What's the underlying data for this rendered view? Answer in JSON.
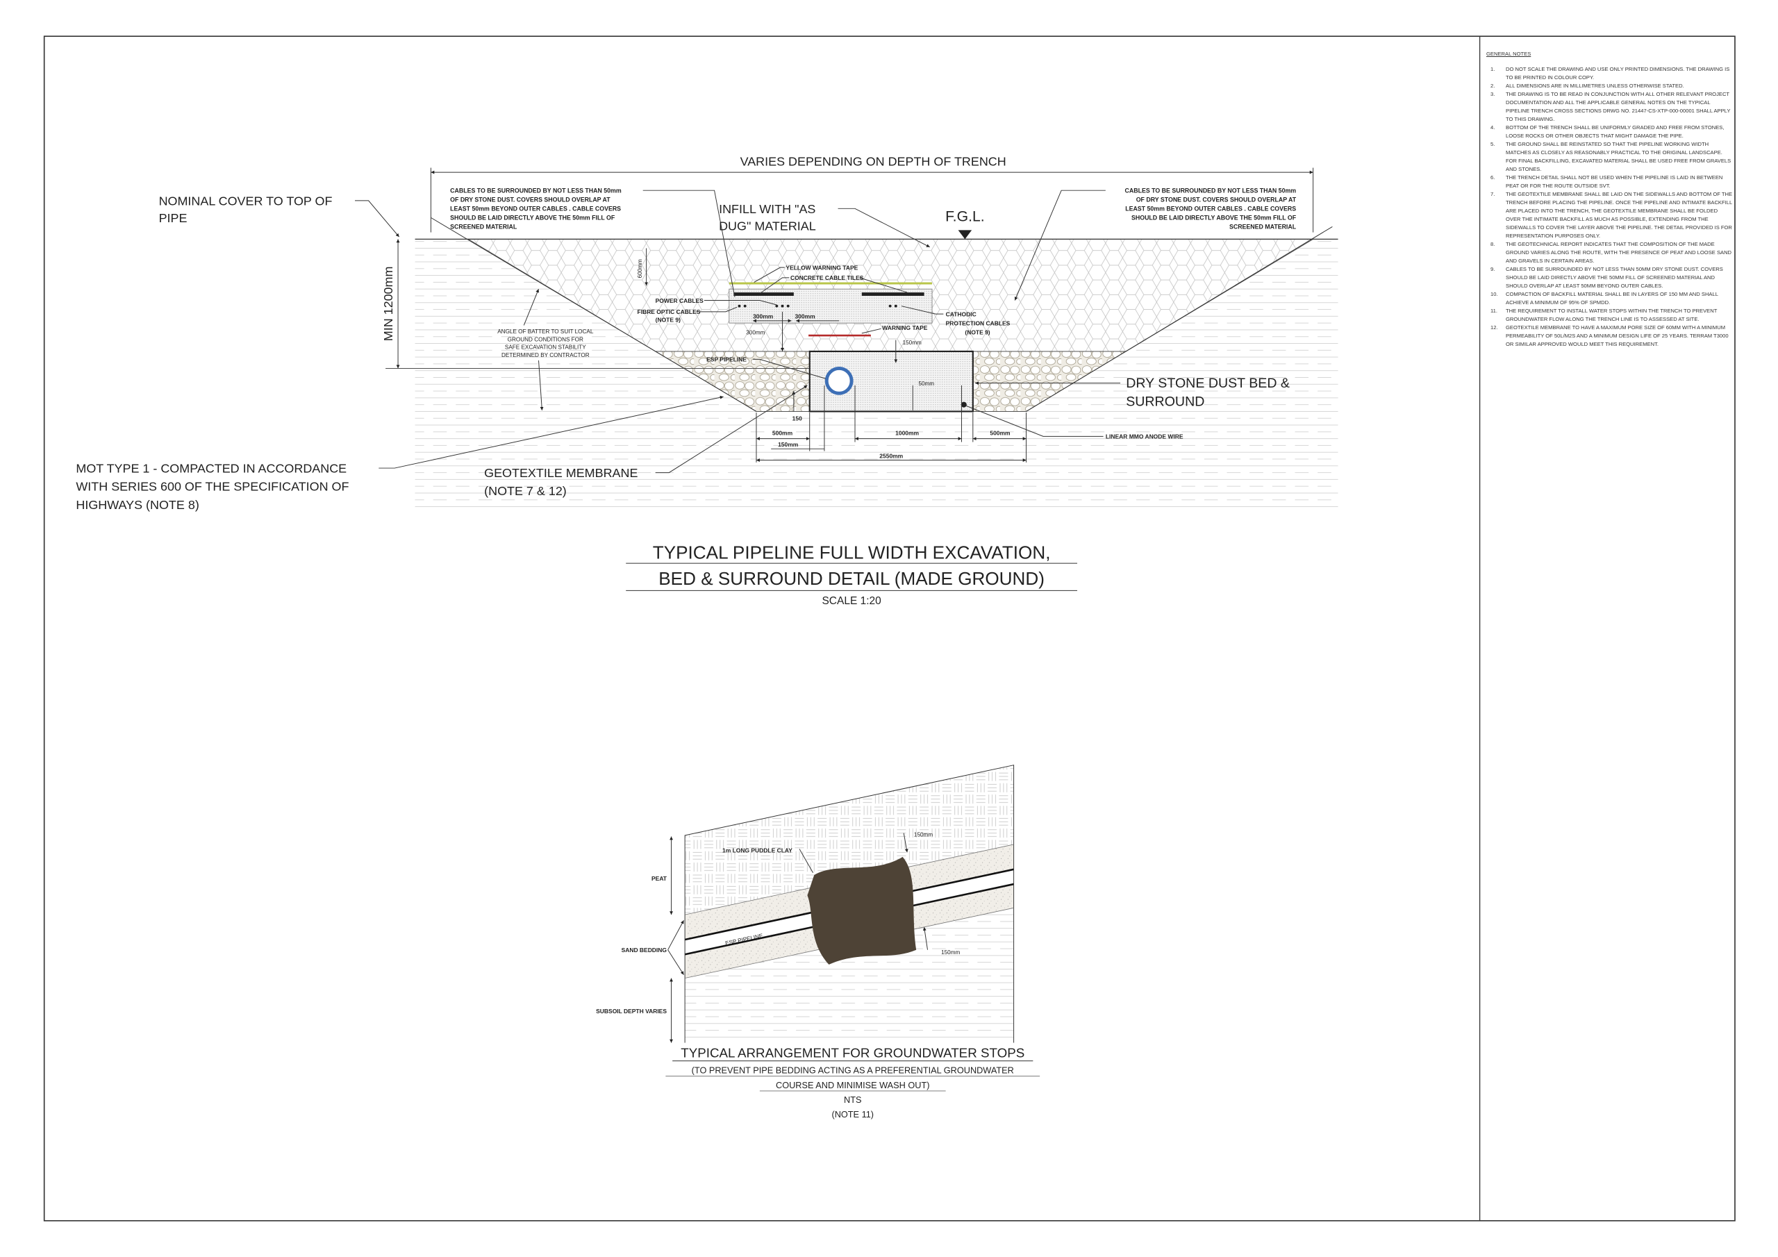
{
  "colors": {
    "pipe": "#3d6fb6",
    "yellow_tape": "#b9c64a",
    "warning_tape": "#b52a2a",
    "puddle_clay": "#4e4336"
  },
  "general_notes": {
    "title": "GENERAL NOTES",
    "items": [
      {
        "num": "1.",
        "text": "DO NOT SCALE THE DRAWING AND USE ONLY PRINTED DIMENSIONS. THE DRAWING IS TO BE PRINTED IN COLOUR COPY."
      },
      {
        "num": "2.",
        "text": "ALL DIMENSIONS ARE IN MILLIMETRES UNLESS OTHERWISE STATED."
      },
      {
        "num": "3.",
        "text": "THE DRAWING IS TO BE READ IN CONJUNCTION WITH ALL OTHER RELEVANT PROJECT DOCUMENTATION AND ALL THE APPLICABLE GENERAL NOTES ON THE TYPICAL PIPELINE TRENCH CROSS SECTIONS DRWG NO. 21447-CS-XTP-000-00001 SHALL APPLY TO THIS DRAWING."
      },
      {
        "num": "4.",
        "text": "BOTTOM OF THE TRENCH SHALL BE UNIFORMLY GRADED AND FREE FROM STONES, LOOSE ROCKS OR OTHER OBJECTS THAT MIGHT DAMAGE THE PIPE."
      },
      {
        "num": "5.",
        "text": "THE GROUND SHALL BE REINSTATED SO THAT THE PIPELINE WORKING WIDTH MATCHES AS CLOSELY AS REASONABLY PRACTICAL TO THE ORIGINAL LANDSCAPE. FOR FINAL BACKFILLING, EXCAVATED MATERIAL SHALL BE USED FREE FROM GRAVELS AND STONES."
      },
      {
        "num": "6.",
        "text": "THE TRENCH DETAIL SHALL NOT BE USED WHEN THE PIPELINE IS LAID IN BETWEEN PEAT OR FOR THE ROUTE OUTSIDE SVT."
      },
      {
        "num": "7.",
        "text": "THE GEOTEXTILE MEMBRANE SHALL BE LAID ON THE SIDEWALLS AND BOTTOM OF THE TRENCH BEFORE PLACING THE PIPELINE. ONCE THE PIPELINE AND INTIMATE BACKFILL ARE PLACED INTO THE TRENCH, THE GEOTEXTILE MEMBRANE SHALL BE FOLDED OVER THE INTIMATE BACKFILL AS MUCH AS POSSIBLE, EXTENDING FROM THE SIDEWALLS TO COVER THE LAYER ABOVE THE PIPELINE. THE DETAIL PROVIDED IS FOR REPRESENTATION PURPOSES ONLY."
      },
      {
        "num": "8.",
        "text": "THE GEOTECHNICAL REPORT INDICATES THAT THE COMPOSITION OF THE MADE GROUND VARIES ALONG THE ROUTE, WITH THE PRESENCE OF PEAT AND LOOSE SAND AND GRAVELS IN CERTAIN AREAS."
      },
      {
        "num": "9.",
        "text": "CABLES TO BE SURROUNDED BY NOT LESS THAN 50MM DRY STONE DUST. COVERS SHOULD BE LAID DIRECTLY ABOVE THE 50MM FILL OF SCREENED MATERIAL AND SHOULD OVERLAP AT LEAST 50MM BEYOND OUTER CABLES."
      },
      {
        "num": "10.",
        "text": "COMPACTION OF BACKFILL MATERIAL SHALL BE IN LAYERS OF 150 MM AND SHALL ACHIEVE A MINIMUM OF 95% OF SPMDD."
      },
      {
        "num": "11.",
        "text": "THE REQUIREMENT TO INSTALL WATER STOPS WITHIN THE TRENCH TO PREVENT GROUNDWATER FLOW ALONG THE TRENCH LINE IS TO ASSESSED AT SITE."
      },
      {
        "num": "12.",
        "text": "GEOTEXTILE MEMBRANE TO HAVE A MAXIMUM PORE SIZE OF 60MM WITH A MINIMUM PERMEABILITY OF 50L/M2S AND A MINIMUM DESIGN LIFE OF 25 YEARS. TERRAM T3000 OR SIMILAR APPROVED WOULD MEET THIS REQUIREMENT."
      }
    ]
  },
  "trench_detail": {
    "varies_label": "VARIES DEPENDING ON DEPTH OF TRENCH",
    "nominal_cover": [
      "NOMINAL COVER TO TOP OF",
      "PIPE"
    ],
    "min_depth": "MIN 1200mm",
    "cable_note": [
      "CABLES TO BE SURROUNDED BY NOT LESS THAN 50mm",
      "OF DRY STONE DUST. COVERS SHOULD OVERLAP AT",
      "LEAST 50mm BEYOND OUTER CABLES .  CABLE COVERS",
      "SHOULD BE LAID DIRECTLY ABOVE THE 50mm FILL OF",
      "SCREENED MATERIAL"
    ],
    "infill": [
      "INFILL WITH \"AS",
      "DUG\" MATERIAL"
    ],
    "fgl": "F.G.L.",
    "batter": [
      "ANGLE OF BATTER TO SUIT LOCAL",
      "GROUND CONDITIONS FOR",
      "SAFE EXCAVATION STABILITY",
      "DETERMINED BY CONTRACTOR"
    ],
    "depth_600": "600mm",
    "yellow_tape": "YELLOW WARNING TAPE",
    "cable_tiles": "CONCRETE CABLE TILES",
    "power_cables": "POWER CABLES",
    "fibre_optic": [
      "FIBRE OPTIC CABLES",
      "(NOTE 9)"
    ],
    "cathodic": [
      "CATHODIC",
      "PROTECTION CABLES",
      "(NOTE 9)"
    ],
    "spacing_a": "300mm",
    "spacing_b": "300mm",
    "spacing_c": "300mm",
    "warning_tape": "WARNING TAPE",
    "dim_150_top": "150mm",
    "esp_pipeline": "ESP PIPELINE",
    "dim_50": "50mm",
    "dry_stone": [
      "DRY STONE DUST BED &",
      "SURROUND"
    ],
    "anode": "LINEAR MMO ANODE WIRE",
    "mot": [
      "MOT TYPE 1 - COMPACTED IN ACCORDANCE",
      "WITH SERIES 600 OF THE SPECIFICATION OF",
      "HIGHWAYS (NOTE 8)"
    ],
    "geotextile": [
      "GEOTEXTILE MEMBRANE",
      "(NOTE 7 & 12)"
    ],
    "dims": {
      "d150": "150",
      "left500": "500mm",
      "mid1000": "1000mm",
      "right500": "500mm",
      "d150mm": "150mm",
      "total": "2550mm"
    },
    "title": [
      "TYPICAL PIPELINE FULL WIDTH EXCAVATION,",
      "BED & SURROUND DETAIL (MADE GROUND)"
    ],
    "scale": "SCALE 1:20"
  },
  "groundwater_stop": {
    "puddle_clay": "1m LONG PUDDLE CLAY",
    "dim_top": "150mm",
    "dim_bottom": "150mm",
    "peat": "PEAT",
    "sand_bedding": "SAND BEDDING",
    "subsoil": "SUBSOIL DEPTH VARIES",
    "esp_pipeline": "ESP PIPELINE",
    "title": "TYPICAL ARRANGEMENT FOR GROUNDWATER STOPS",
    "subtitle": [
      "(TO PREVENT PIPE BEDDING ACTING AS A PREFERENTIAL GROUNDWATER",
      "COURSE AND MINIMISE WASH OUT)"
    ],
    "nts": "NTS",
    "note": "(NOTE 11)"
  }
}
